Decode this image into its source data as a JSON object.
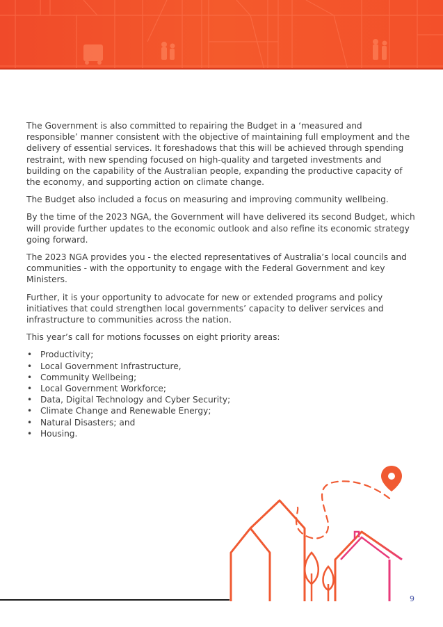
{
  "paragraphs": [
    "The Government is also committed to repairing the Budget in a ‘measured and responsible’ manner consistent with the objective of maintaining full employment and the delivery of essential services. It foreshadows that this will be achieved through spending restraint, with new spending focused on high-quality and targeted investments and building on the capability of the Australian people, expanding the productive capacity of the economy, and supporting action on climate change.",
    "The Budget also included a focus on measuring and improving community wellbeing.",
    "By the time of the 2023 NGA, the Government will have delivered its second Budget, which will provide further updates to the economic outlook and also refine its economic strategy going forward.",
    "The 2023 NGA provides you - the elected representatives of Australia’s local councils and communities - with the opportunity to engage with the Federal Government and key Ministers.",
    "Further, it is your opportunity to advocate for new or extended programs and policy initiatives that could strengthen local governments’ capacity to deliver services and infrastructure to communities across the nation.",
    "This year’s call for motions focusses on eight priority areas:"
  ],
  "priority_areas": [
    "Productivity;",
    "Local Government Infrastructure,",
    "Community Wellbeing;",
    "Local Government Workforce;",
    "Data, Digital Technology and Cyber Security;",
    "Climate Change and Renewable Energy;",
    "Natural Disasters; and",
    "Housing."
  ],
  "bullet_glyph": "•",
  "page_number": "9",
  "colors": {
    "banner": "#f04a2a",
    "text": "#3c3c3c",
    "illustration_orange": "#f05a32",
    "illustration_pink": "#e83a7a",
    "page_number": "#4a57a8"
  }
}
